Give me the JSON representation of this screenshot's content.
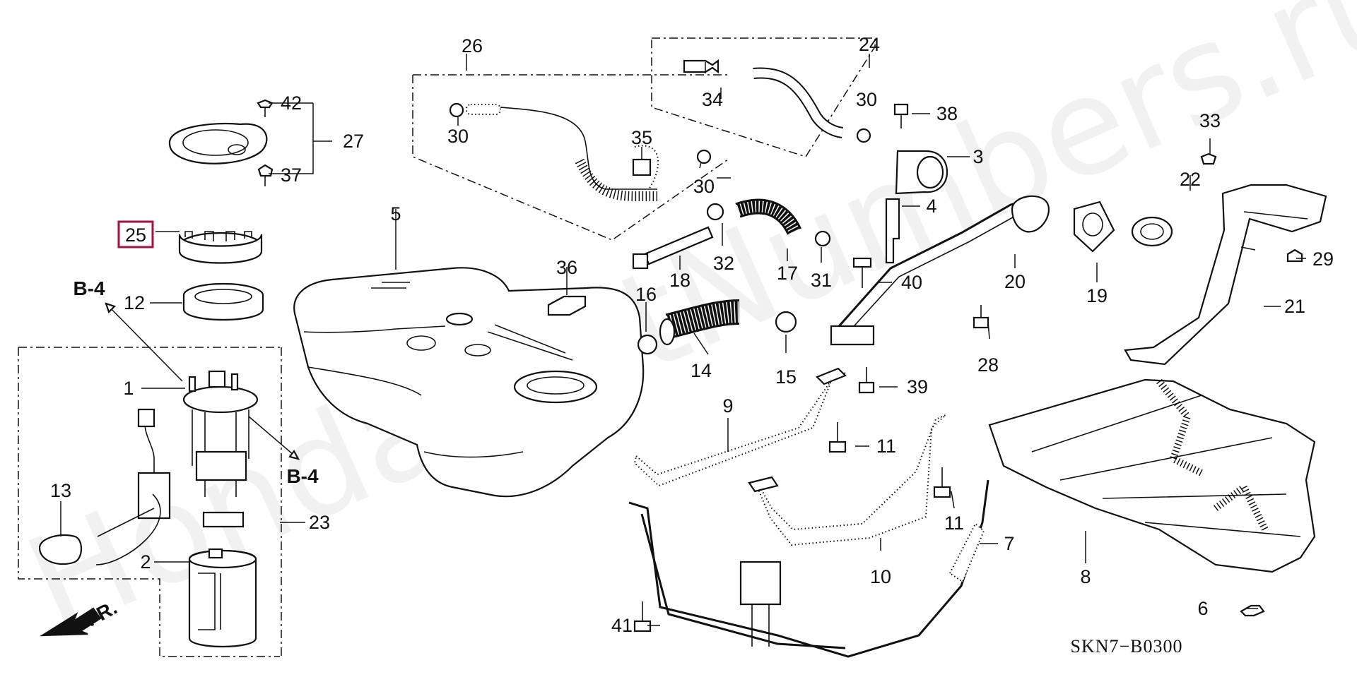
{
  "watermark": "HondaPartNumbers.ru",
  "diagram_code": "SKN7−B0300",
  "fr_label": "FR.",
  "ref_b4_top": "B-4",
  "ref_b4_right": "B-4",
  "highlighted_callout": "25",
  "callouts": {
    "c1": "1",
    "c2": "2",
    "c3": "3",
    "c4": "4",
    "c5": "5",
    "c6": "6",
    "c7": "7",
    "c8": "8",
    "c9": "9",
    "c10": "10",
    "c11a": "11",
    "c11b": "11",
    "c12": "12",
    "c13": "13",
    "c14": "14",
    "c15": "15",
    "c16": "16",
    "c17": "17",
    "c18": "18",
    "c19": "19",
    "c20": "20",
    "c21": "21",
    "c22": "22",
    "c23": "23",
    "c24": "24",
    "c26": "26",
    "c27": "27",
    "c28": "28",
    "c29": "29",
    "c30a": "30",
    "c30b": "30",
    "c30c": "30",
    "c31": "31",
    "c32": "32",
    "c33": "33",
    "c34": "34",
    "c35": "35",
    "c36": "36",
    "c37": "37",
    "c38": "38",
    "c39": "39",
    "c40": "40",
    "c41": "41",
    "c42": "42"
  }
}
